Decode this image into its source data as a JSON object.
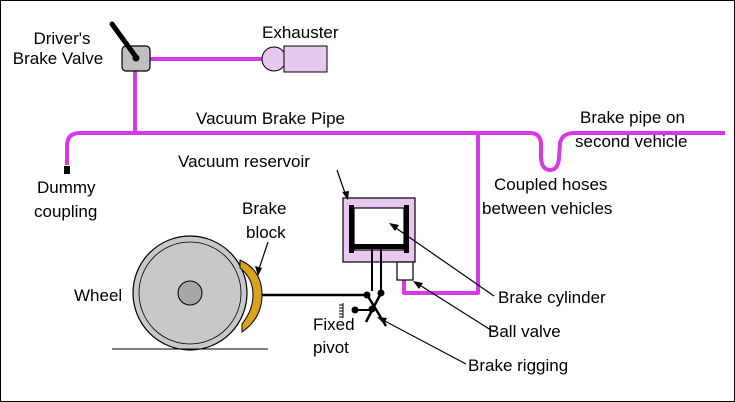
{
  "colors": {
    "pipe": "#d63ae6",
    "reservoir_fill": "#e9c8f0",
    "exhauster_fill": "#e9c8f0",
    "valve_body": "#bfbfbf",
    "brake_block": "#d9a21a",
    "wheel_outer": "#c8c8c8",
    "wheel_hub": "#a6a6a6",
    "outline": "#000000"
  },
  "labels": {
    "drivers_valve_line1": "Driver's",
    "drivers_valve_line2": "Brake Valve",
    "exhauster": "Exhauster",
    "vacuum_brake_pipe": "Vacuum Brake Pipe",
    "brake_pipe_second_line1": "Brake pipe on",
    "brake_pipe_second_line2": "second vehicle",
    "dummy_coupling_line1": "Dummy",
    "dummy_coupling_line2": "coupling",
    "vacuum_reservoir": "Vacuum reservoir",
    "coupled_hoses_line1": "Coupled hoses",
    "coupled_hoses_line2": "between vehicles",
    "brake_block_line1": "Brake",
    "brake_block_line2": "block",
    "wheel": "Wheel",
    "brake_cylinder": "Brake cylinder",
    "fixed_pivot_line1": "Fixed",
    "fixed_pivot_line2": "pivot",
    "ball_valve": "Ball valve",
    "brake_rigging": "Brake rigging"
  },
  "icons": {
    "drivers_valve": "brake-valve-icon",
    "exhauster": "exhauster-icon",
    "wheel": "wheel-icon",
    "brake_block": "brake-block-icon",
    "reservoir": "reservoir-icon",
    "cylinder": "brake-cylinder-icon",
    "ball_valve": "ball-valve-icon",
    "pivot": "fixed-pivot-icon"
  }
}
